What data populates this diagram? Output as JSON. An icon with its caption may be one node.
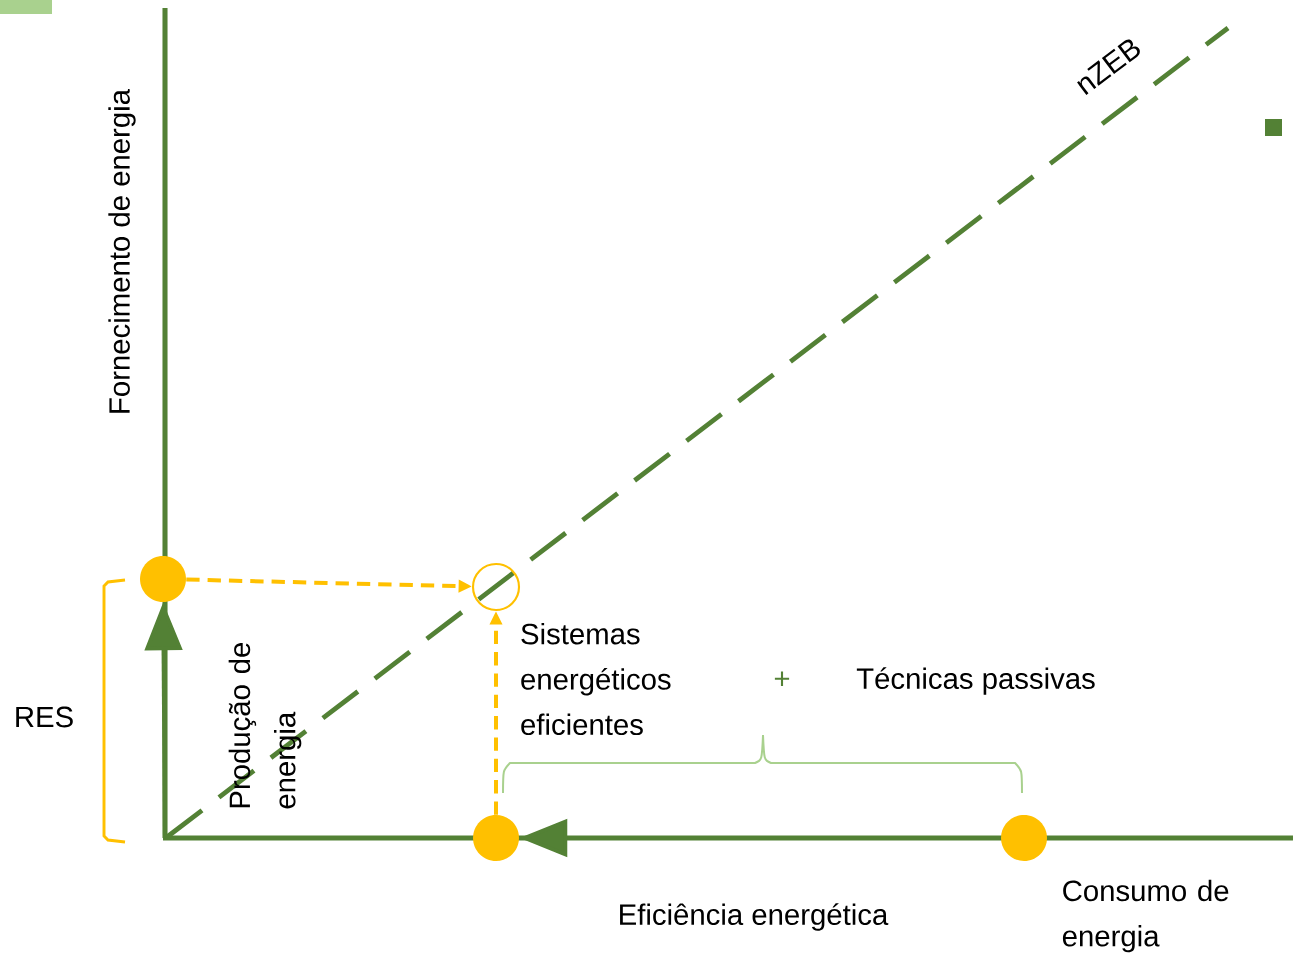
{
  "diagram": {
    "nodes": [
      {
        "text": [],
        "shape": "circle"
      },
      {
        "text": [],
        "shape": "circle"
      },
      {
        "text": [],
        "shape": "circle"
      },
      {
        "text": [],
        "shape": "circle"
      }
    ],
    "edges": [
      {
        "from": 0,
        "to": 1,
        "arrow": "to",
        "style": "dashed",
        "color": "#ffc000"
      },
      {
        "from": 2,
        "to": 1,
        "arrow": "to",
        "style": "dashed",
        "color": "#ffc000"
      },
      {
        "from": 3,
        "to": 2,
        "arrow": "to",
        "color": "#538135"
      },
      {
        "from": null,
        "to": 0,
        "arrow": "to",
        "color": "#538135"
      }
    ],
    "labels": [
      "Fornecimento de energia",
      "nZEB",
      "Produção de energia",
      "RES",
      "Sistemas energéticos eficientes",
      "+",
      "Técnicas passivas",
      "Eficiência energética",
      "Consumo de energia"
    ]
  }
}
